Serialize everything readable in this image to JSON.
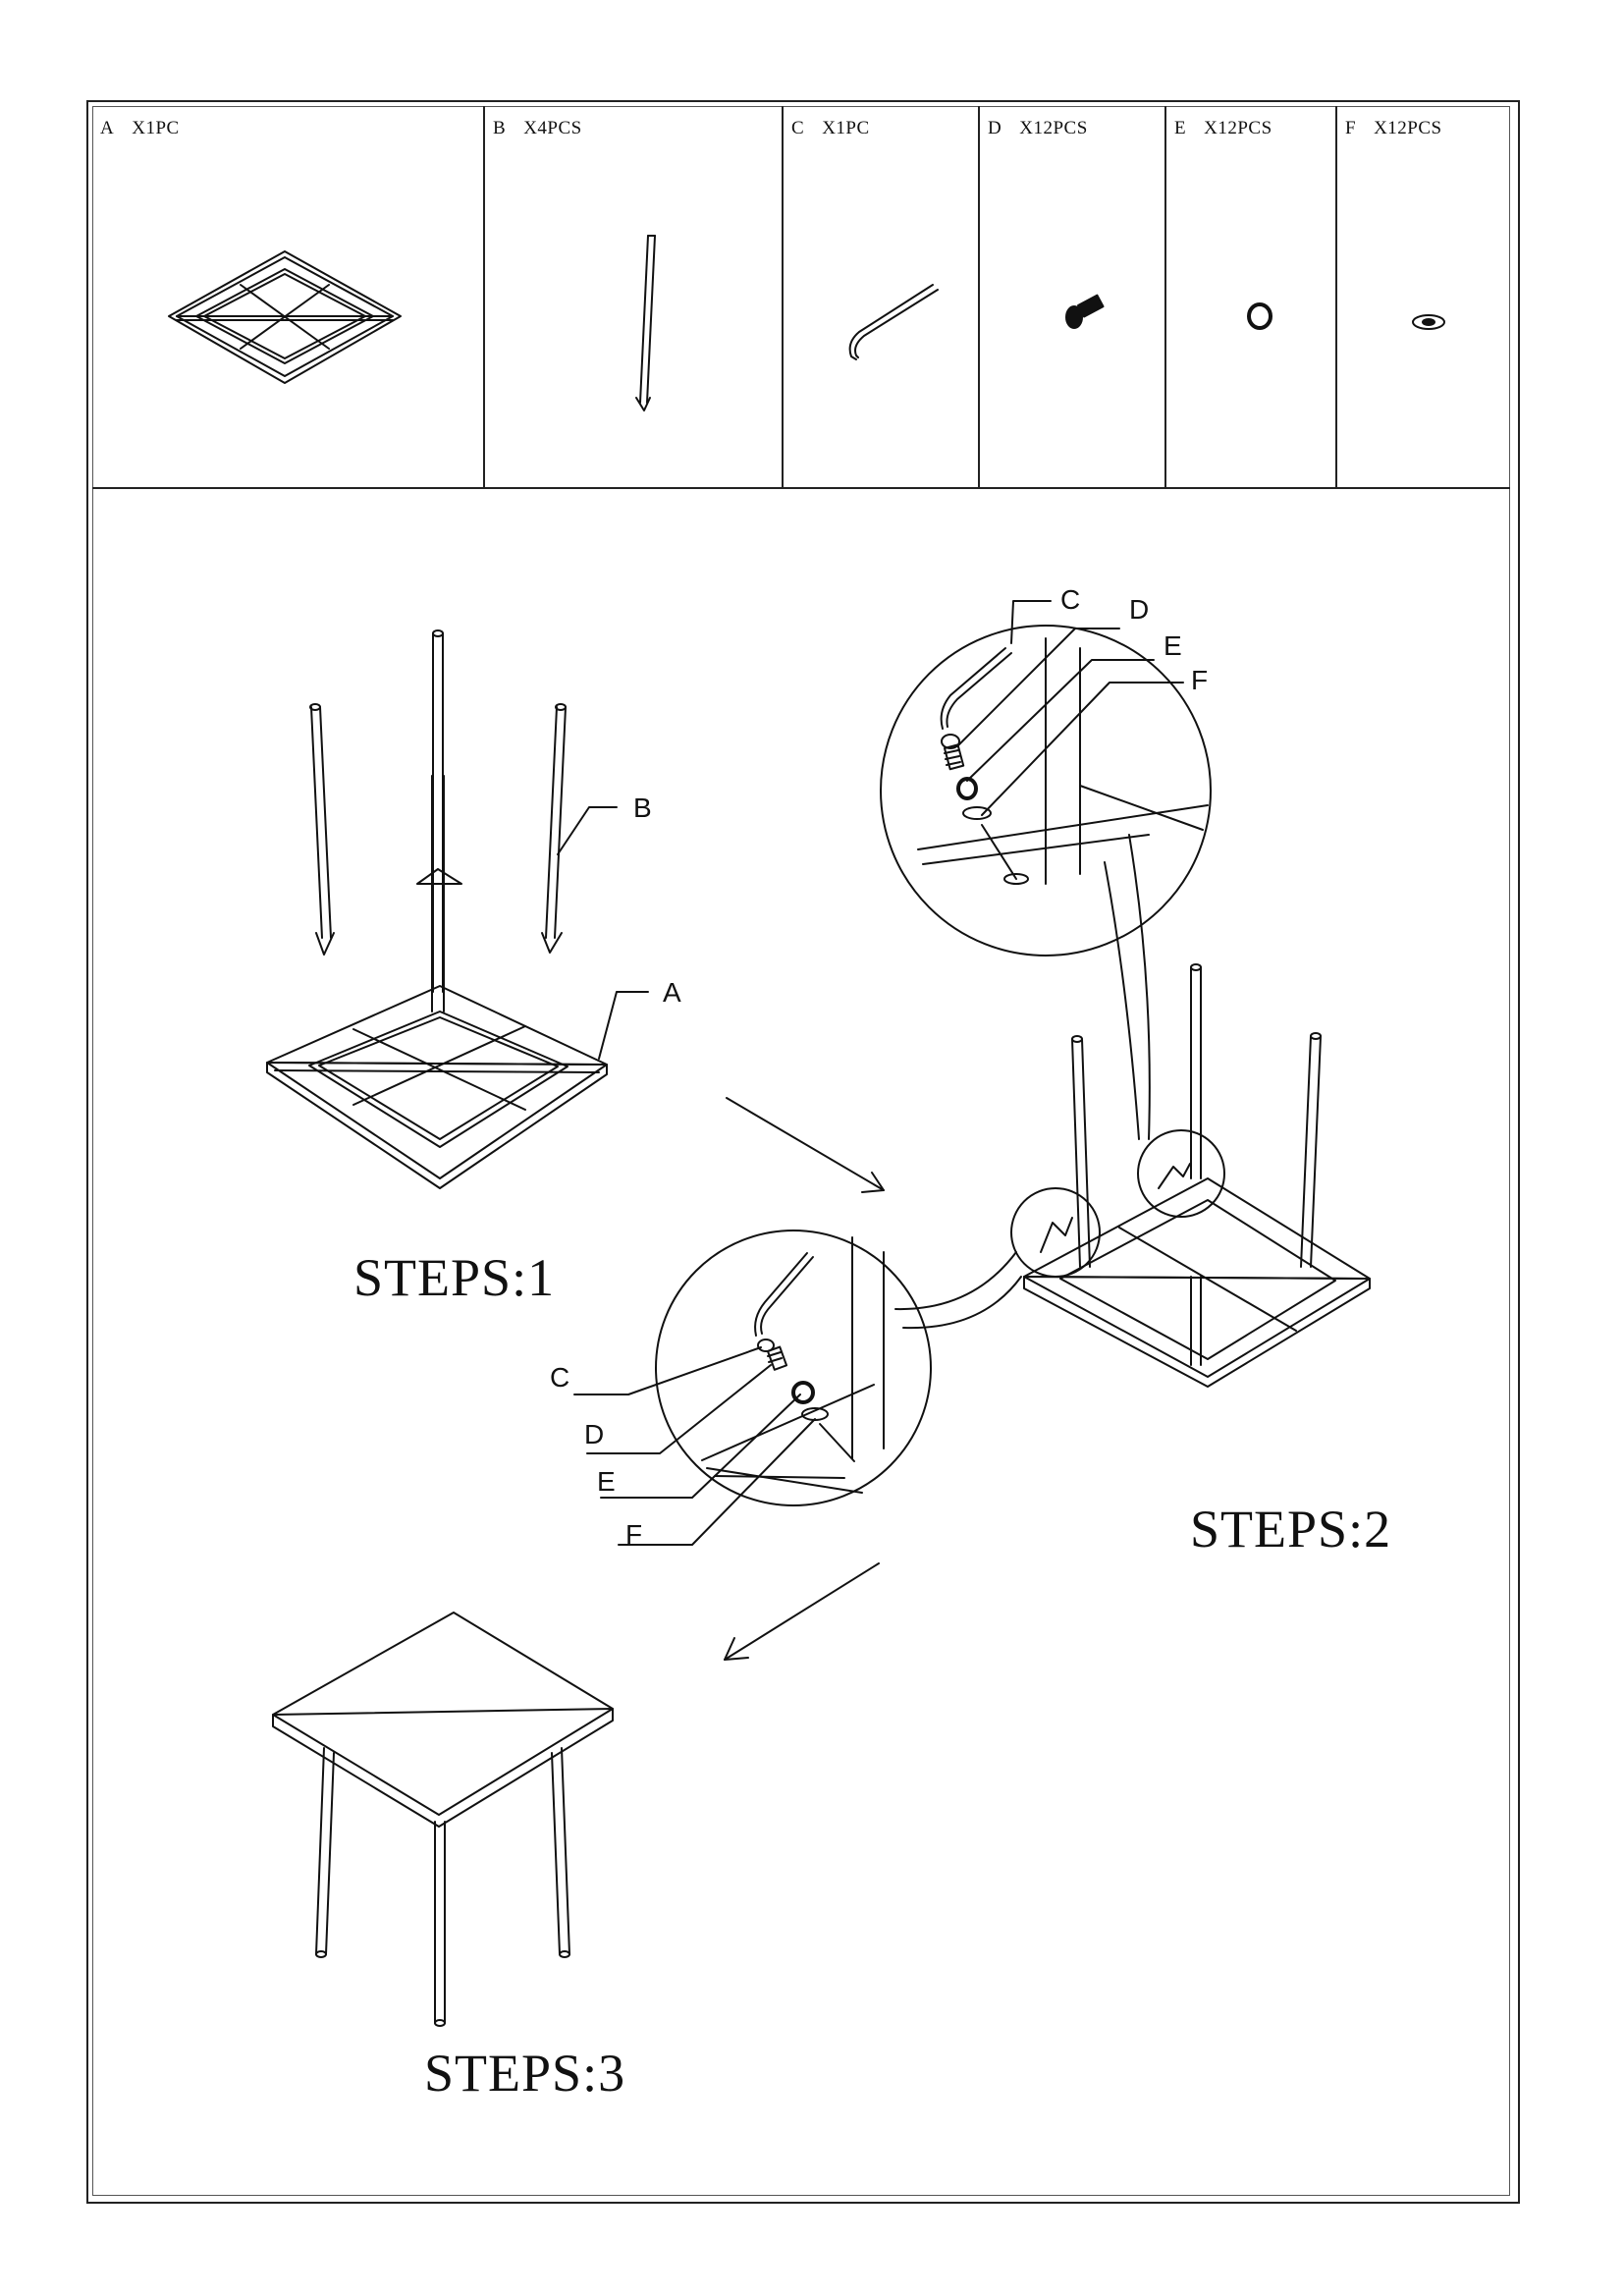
{
  "parts": [
    {
      "letter": "A",
      "qty": "X1PC",
      "icon": "tabletop-frame-icon"
    },
    {
      "letter": "B",
      "qty": "X4PCS",
      "icon": "leg-icon"
    },
    {
      "letter": "C",
      "qty": "X1PC",
      "icon": "allen-key-icon"
    },
    {
      "letter": "D",
      "qty": "X12PCS",
      "icon": "bolt-icon"
    },
    {
      "letter": "E",
      "qty": "X12PCS",
      "icon": "spring-washer-icon"
    },
    {
      "letter": "F",
      "qty": "X12PCS",
      "icon": "flat-washer-icon"
    }
  ],
  "steps": {
    "step1": "STEPS:1",
    "step2": "STEPS:2",
    "step3": "STEPS:3"
  },
  "callouts": {
    "step1": [
      "B",
      "A"
    ],
    "step2_top": [
      "C",
      "D",
      "E",
      "F"
    ],
    "step2_bottom": [
      "C",
      "D",
      "E",
      "F"
    ]
  }
}
